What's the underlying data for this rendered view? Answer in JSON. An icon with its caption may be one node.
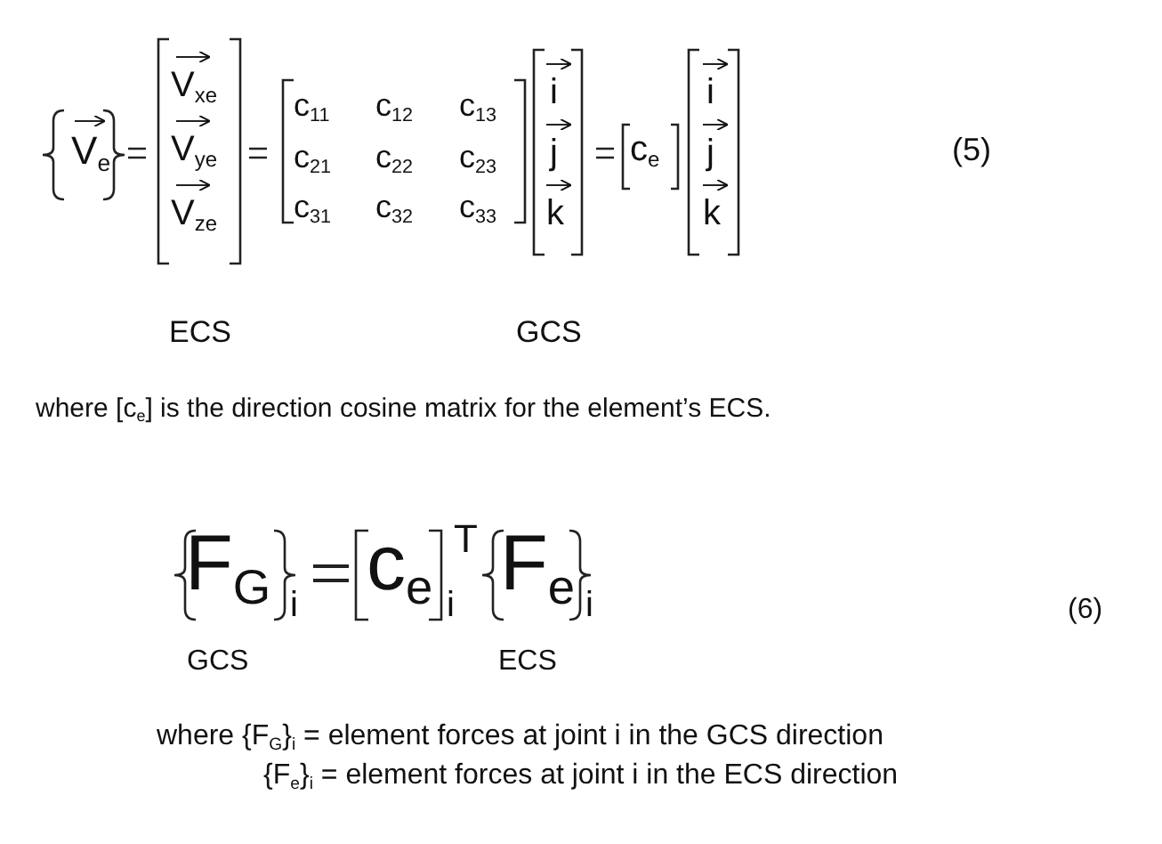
{
  "diagram": {
    "labels": [
      "V$_{e}$",
      "V$_{xe}$",
      "V$_{ye}$",
      "V$_{ze}$",
      "c$_{11}$",
      "c$_{12}$",
      "c$_{13}$",
      "c$_{21}$",
      "c$_{22}$",
      "c$_{23}$",
      "c$_{31}$",
      "c$_{32}$",
      "c$_{33}$",
      "i",
      "j",
      "k",
      "c$_{e}$",
      "i",
      "j",
      "k",
      "(5)",
      "ECS",
      "GCS",
      "where [c$_{e}$] is the direction cosine matrix for the element’s ECS.",
      "F$_{G}$",
      "i",
      "c$_{e}$",
      "i",
      "T",
      "F$_{e}$",
      "i",
      "(6)",
      "GCS",
      "ECS",
      "where {F$_{G}$}$_{i}$ = element forces at joint i in the GCS direction",
      "{F$_{e}$}$_{i}$ = element forces at joint i in the ECS direction"
    ]
  }
}
